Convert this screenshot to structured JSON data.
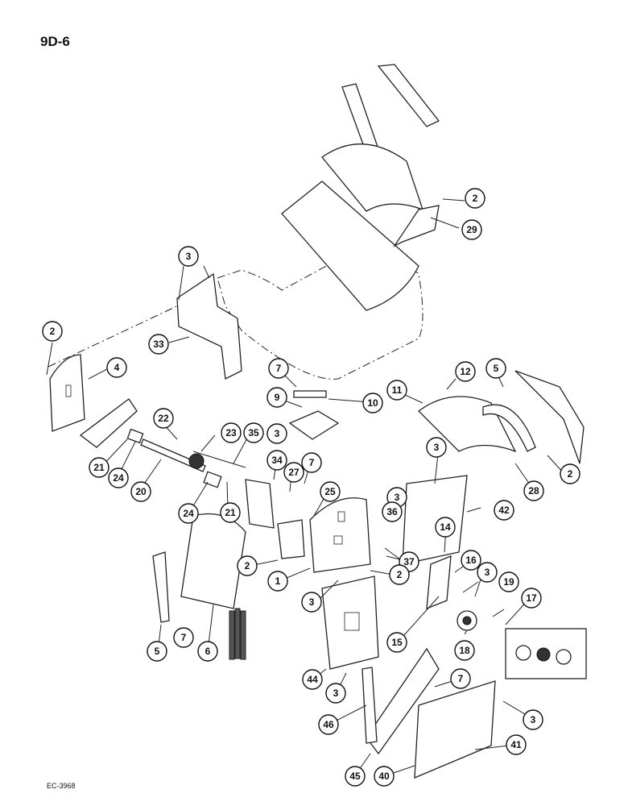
{
  "page_code": "9D-6",
  "figure_code": "EC-3968",
  "callouts": [
    "1",
    "2",
    "3",
    "4",
    "5",
    "6",
    "7",
    "9",
    "10",
    "11",
    "12",
    "14",
    "15",
    "16",
    "17",
    "18",
    "19",
    "20",
    "21",
    "22",
    "23",
    "24",
    "25",
    "27",
    "28",
    "29",
    "33",
    "34",
    "35",
    "36",
    "37",
    "40",
    "41",
    "42",
    "44",
    "45",
    "46"
  ]
}
